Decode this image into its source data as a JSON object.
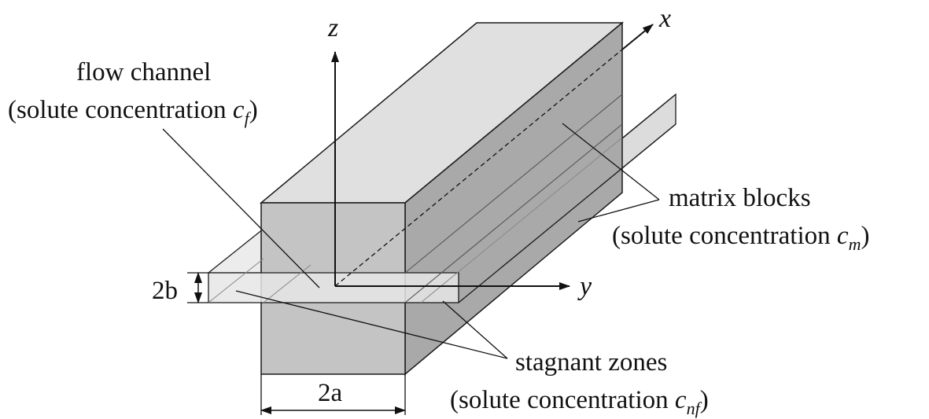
{
  "axes": {
    "x": "x",
    "y": "y",
    "z": "z"
  },
  "dimensions": {
    "width": "2a",
    "thickness": "2b"
  },
  "labels": {
    "flow_channel": {
      "line1": "flow channel",
      "line2_prefix": "(solute concentration ",
      "symbol": "c",
      "subscript": "f",
      "suffix": ")"
    },
    "matrix_blocks": {
      "line1": "matrix blocks",
      "line2_prefix": "(solute concentration ",
      "symbol": "c",
      "subscript": "m",
      "suffix": ")"
    },
    "stagnant_zones": {
      "line1": "stagnant zones",
      "line2_prefix": "(solute concentration ",
      "symbol": "c",
      "subscript": "nf",
      "suffix": ")"
    }
  },
  "colors": {
    "block_front": "#c4c4c4",
    "block_top": "#e0e0e0",
    "block_side": "#aaaaaa",
    "slab": "#ececec",
    "outline": "#1a1a1a"
  }
}
